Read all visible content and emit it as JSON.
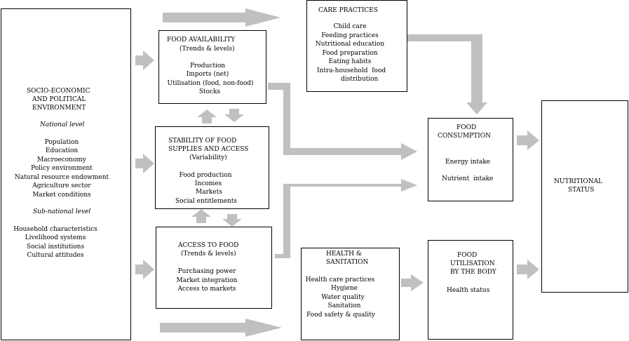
{
  "socio": {
    "title": [
      "SOCIO-ECONOMIC",
      "AND POLITICAL",
      "ENVIRONMENT"
    ],
    "national_label": "National level",
    "national_items": [
      "Population",
      "Education",
      "Macroeconomy",
      "Policy environment",
      "Natural resource endowment",
      "Agriculture sector",
      "Market conditions"
    ],
    "subnational_label": "Sub-national level",
    "subnational_items": [
      "Household characteristics",
      "Livelihood systems",
      "Social institutions",
      "Cultural attitudes"
    ]
  },
  "availability": {
    "title": "FOOD AVAILABILITY",
    "subtitle": "(Trends & levels)",
    "items": [
      "Production",
      "Imports (net)",
      "Utilisation (food, non-food)",
      "Stocks"
    ]
  },
  "stability": {
    "title": [
      "STABILITY OF FOOD",
      "SUPPLIES AND ACCESS"
    ],
    "subtitle": "(Variability)",
    "items": [
      "Food production",
      "Incomes",
      "Markets",
      "Social entitlements"
    ]
  },
  "access": {
    "title": "ACCESS TO FOOD",
    "subtitle": "(Trends & levels)",
    "items": [
      "Purchasing power",
      "Market integration",
      "Access to markets"
    ]
  },
  "care": {
    "title": "CARE PRACTICES",
    "items": [
      "Child care",
      "Feeding practices",
      "Nutritional education",
      "Food preparation",
      "Eating habits",
      "Intra-household  food",
      "distribution"
    ]
  },
  "health": {
    "title": [
      "HEALTH &",
      "SANITATION"
    ],
    "items": [
      "Health care practices",
      "Hygiene",
      "Water quality",
      "Sanitation",
      "Food safety & quality"
    ]
  },
  "consumption": {
    "title": [
      "FOOD",
      "CONSUMPTION"
    ],
    "items": [
      "Energy intake",
      "Nutrient  intake"
    ]
  },
  "utilisation": {
    "title": [
      "FOOD",
      "UTILISATION",
      "BY THE BODY"
    ],
    "items": [
      "Health status"
    ]
  },
  "nutritional": {
    "title": [
      "NUTRITIONAL",
      "STATUS"
    ]
  },
  "colors": {
    "arrow": "#c0c0c0",
    "border": "#000000"
  }
}
